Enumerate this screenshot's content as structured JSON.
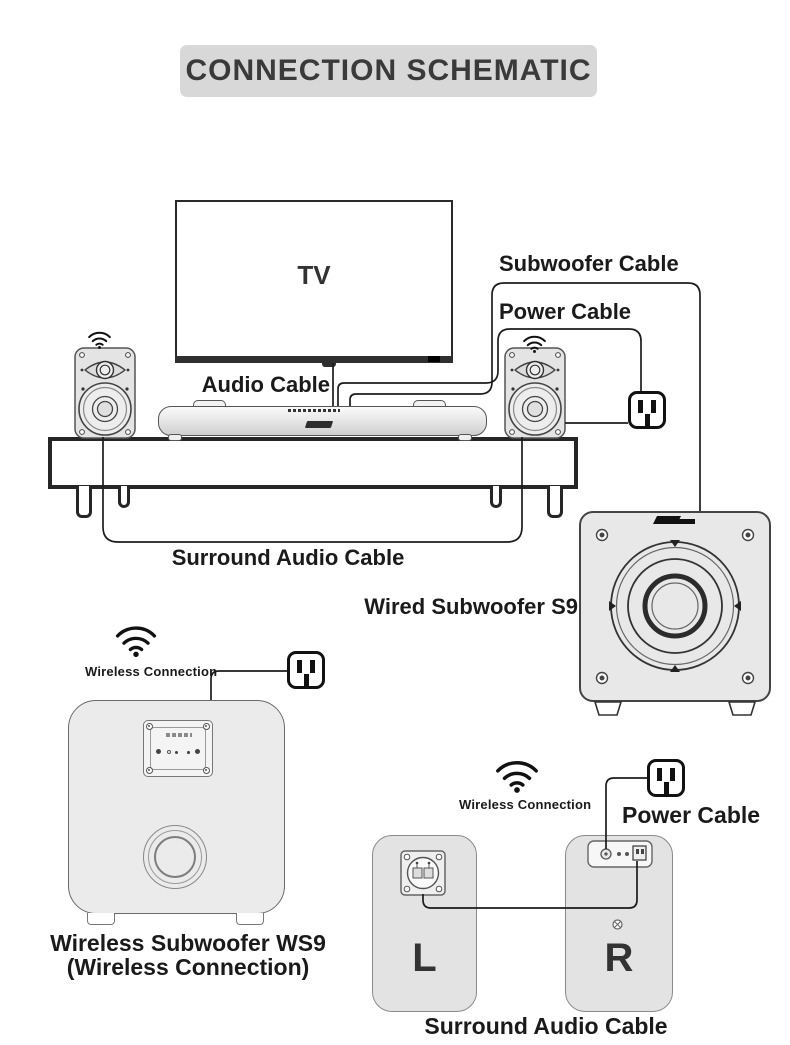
{
  "title": "CONNECTION SCHEMATIC",
  "tv": {
    "label": "TV"
  },
  "cables": {
    "audio": "Audio Cable",
    "subwoofer": "Subwoofer Cable",
    "power_top": "Power Cable",
    "surround_top": "Surround Audio Cable",
    "power_bottom": "Power Cable",
    "surround_bottom": "Surround Audio Cable"
  },
  "devices": {
    "wired_subwoofer": "Wired Subwoofer S9",
    "wireless_subwoofer_line1": "Wireless Subwoofer WS9",
    "wireless_subwoofer_line2": "(Wireless Connection)",
    "left_speaker": "L",
    "right_speaker": "R"
  },
  "wireless": {
    "ws9_label": "Wireless Connection",
    "lr_label": "Wireless Connection"
  },
  "icons": {
    "wifi": "wifi-icon",
    "outlet": "power-outlet-icon",
    "brand": "brand-logo",
    "screw": "screw-icon"
  },
  "colors": {
    "line": "#1c1c1c",
    "title_bg": "#d8d8d8",
    "title_text": "#3a3a3a",
    "device_fill": "#e6e6e6"
  }
}
